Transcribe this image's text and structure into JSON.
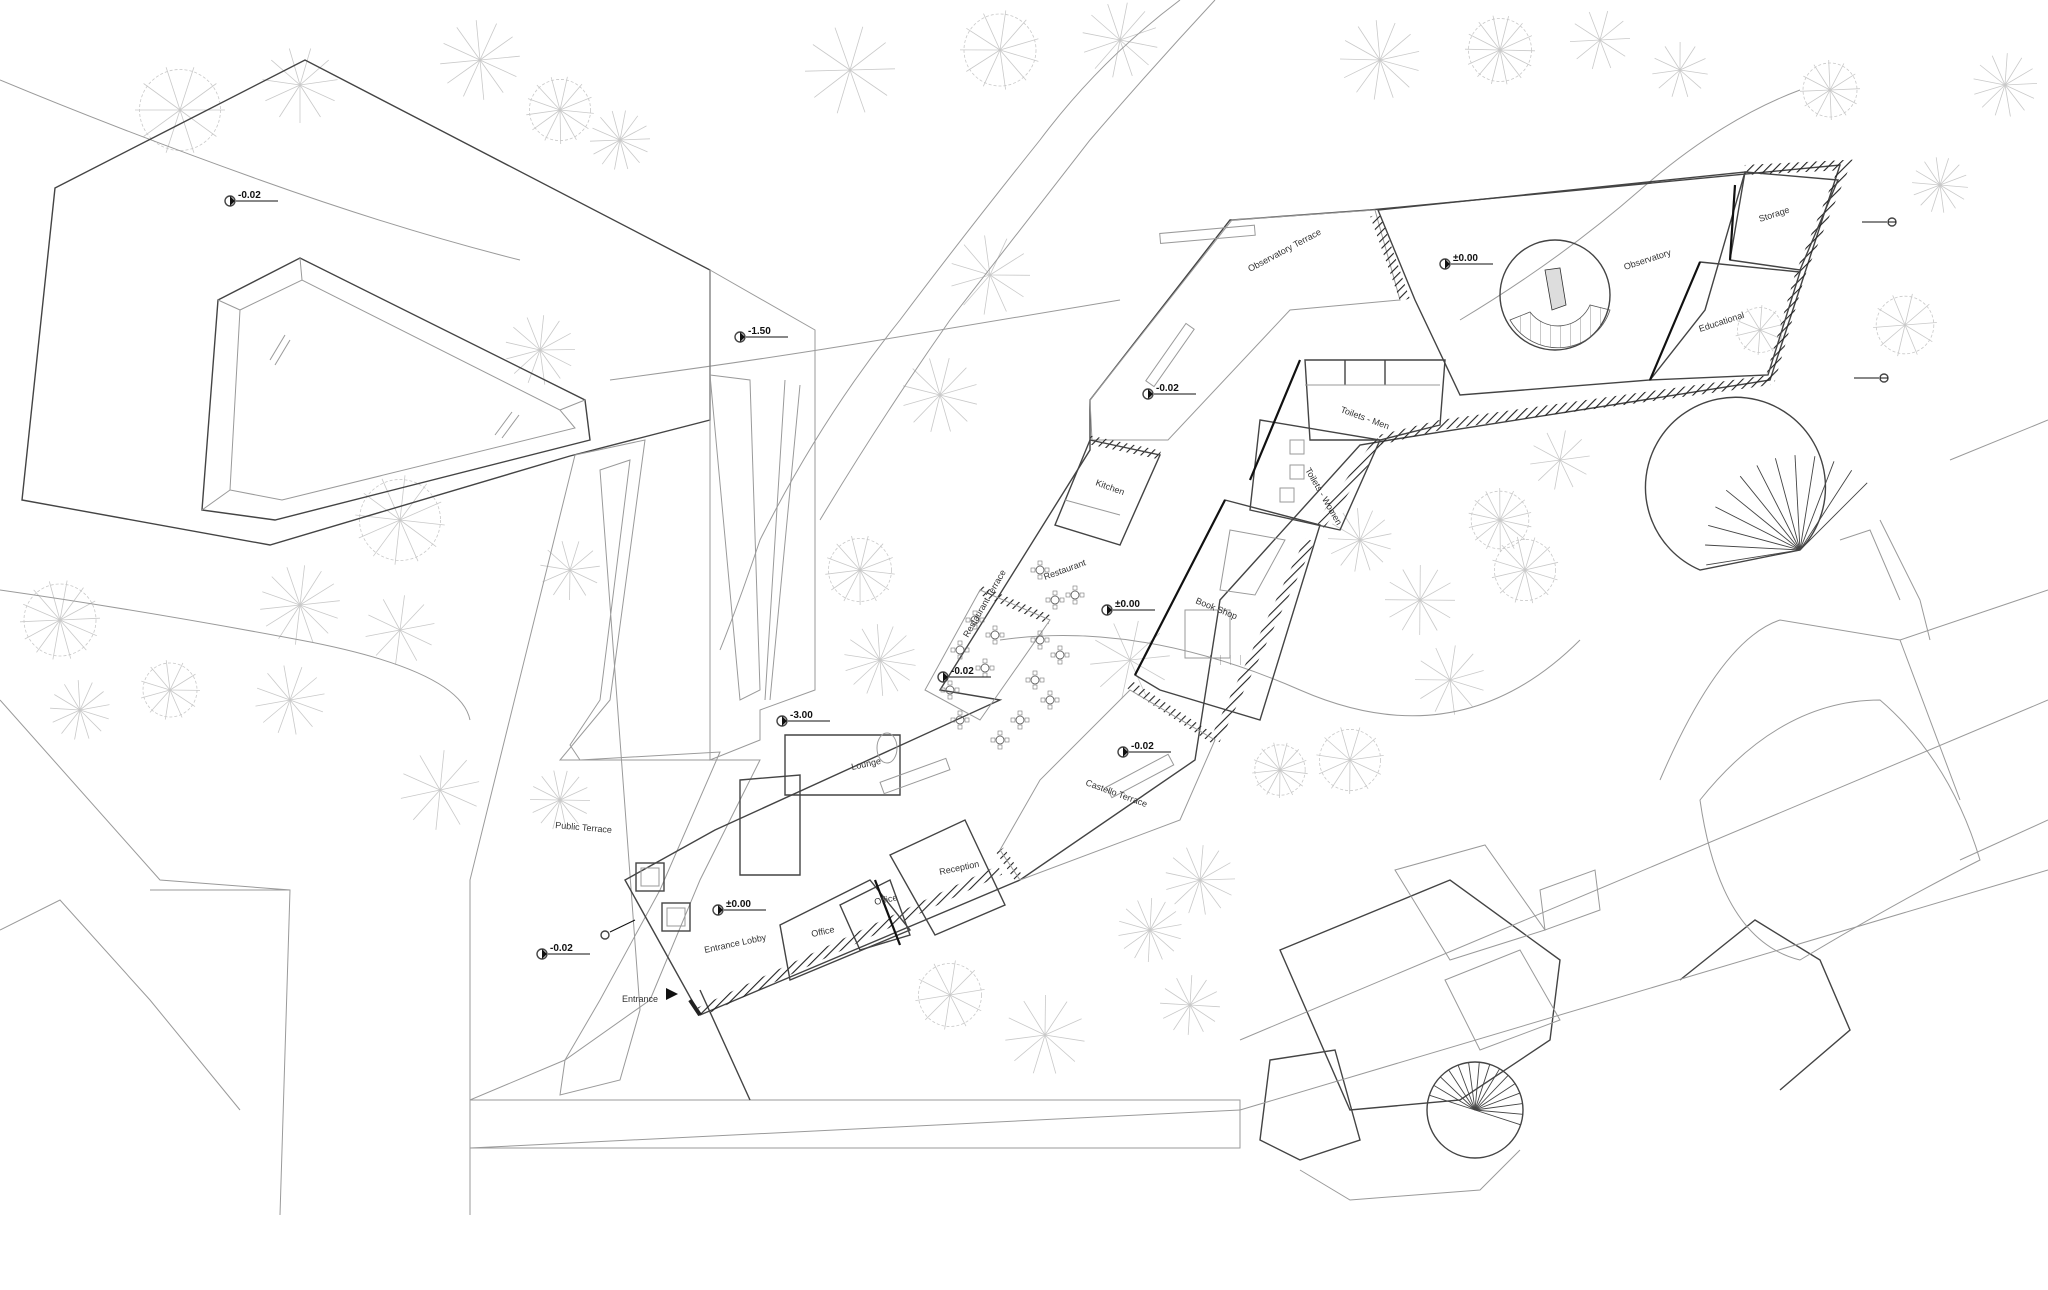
{
  "colors": {
    "background": "#ffffff",
    "wall": "#222222",
    "hatch": "#bdbdbd",
    "tree": "#c9c9c9"
  },
  "levels": {
    "pool_plaza": "-0.02",
    "stairs_top": "-1.50",
    "lower_plaza": "-3.00",
    "public_terrace": "-0.02",
    "observatory": "±0.00",
    "observatory_terrace": "-0.02",
    "restaurant_terrace": "-0.02",
    "main_floor": "±0.00",
    "castello_terrace": "-0.02",
    "entrance_lobby": "±0.00"
  },
  "rooms": {
    "observatory_terrace": "Observatory Terrace",
    "observatory": "Observatory",
    "storage": "Storage",
    "educational": "Educational",
    "toilets_men": "Toilets - Men",
    "toilets_women": "Toilets - Women",
    "kitchen": "Kitchen",
    "restaurant": "Restaurant",
    "restaurant_terrace": "Restaurant Terrace",
    "book_shop": "Book Shop",
    "lounge": "Lounge",
    "castello_terrace": "Castello Terrace",
    "public_terrace": "Public Terrace",
    "reception": "Reception",
    "office_1": "Office",
    "office_2": "Office",
    "entrance_lobby": "Entrance Lobby",
    "entrance": "Entrance"
  }
}
